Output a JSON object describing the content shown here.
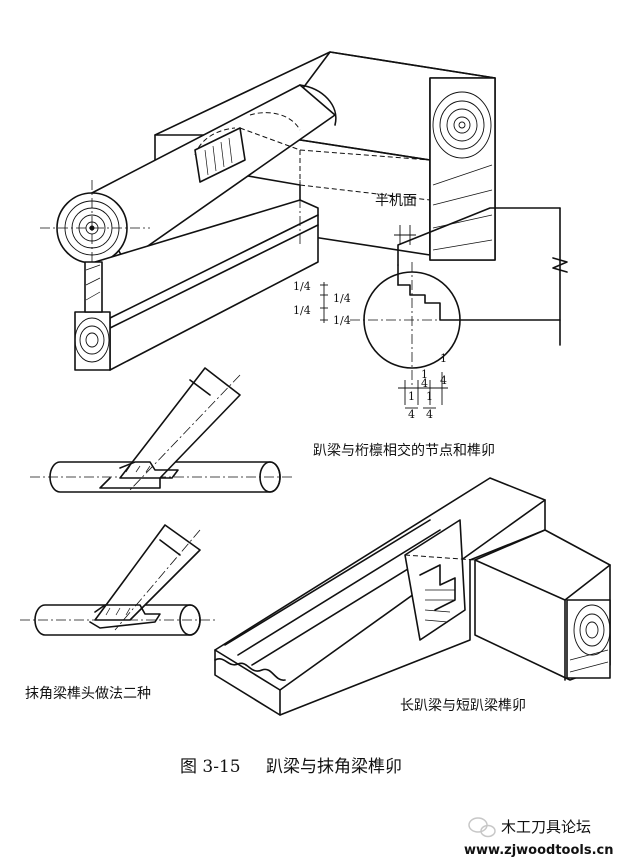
{
  "labels": {
    "half_machined_face": "半机面",
    "dim_quarter_left_1": "1/4",
    "dim_quarter_left_2": "1/4",
    "dim_quarter_right_1": "1/4",
    "dim_quarter_right_2": "1/4",
    "dim_bottom_top_1": "1",
    "dim_bottom_top_2": "4",
    "dim_bottom_top_3": "1",
    "dim_bottom_top_4": "4",
    "dim_bottom_low_1": "1",
    "dim_bottom_low_2": "4",
    "dim_bottom_low_3": "1",
    "dim_bottom_low_4": "4",
    "purlin_joint_caption": "趴梁与桁檩相交的节点和榫卯",
    "corner_beam_caption": "抹角梁榫头做法二种",
    "long_short_caption": "长趴梁与短趴梁榫卯"
  },
  "figure_caption": {
    "number": "图 3-15",
    "title": "趴梁与抹角梁榫卯"
  },
  "watermark": {
    "forum_name": "木工刀具论坛",
    "url": "www.zjwoodtools.cn",
    "icon": "wechat-icon"
  },
  "colors": {
    "ink": "#111111",
    "paper": "#ffffff",
    "watermark": "#9a9a9a"
  }
}
